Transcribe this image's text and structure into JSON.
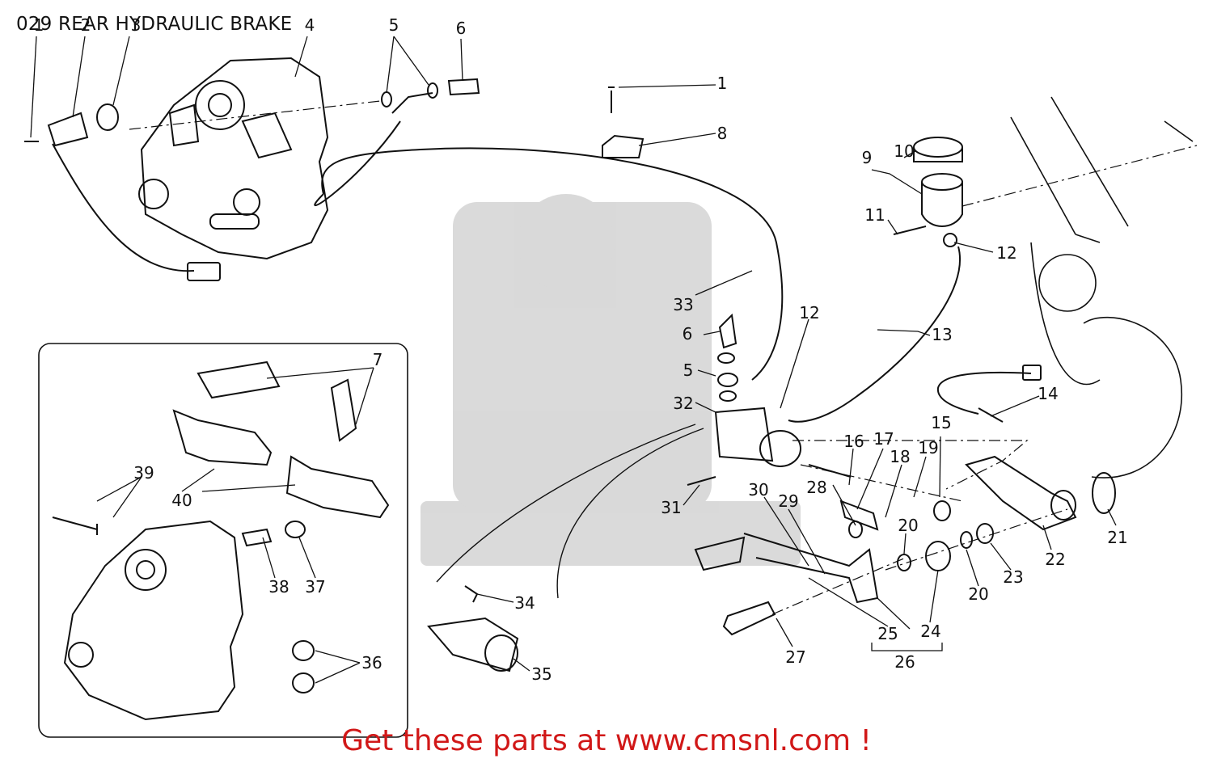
{
  "title": "029 REAR HYDRAULIC BRAKE",
  "footer": {
    "text": "Get these parts at www.cmsnl.com !",
    "color": "#d11818"
  },
  "callouts": [
    {
      "label": "1"
    },
    {
      "label": "2"
    },
    {
      "label": "3"
    },
    {
      "label": "4"
    },
    {
      "label": "5"
    },
    {
      "label": "6"
    },
    {
      "label": "1"
    },
    {
      "label": "8"
    },
    {
      "label": "9"
    },
    {
      "label": "10"
    },
    {
      "label": "11"
    },
    {
      "label": "12"
    },
    {
      "label": "33"
    },
    {
      "label": "12"
    },
    {
      "label": "13"
    },
    {
      "label": "6"
    },
    {
      "label": "5"
    },
    {
      "label": "32"
    },
    {
      "label": "14"
    },
    {
      "label": "15"
    },
    {
      "label": "16"
    },
    {
      "label": "17"
    },
    {
      "label": "18"
    },
    {
      "label": "19"
    },
    {
      "label": "31"
    },
    {
      "label": "28"
    },
    {
      "label": "30"
    },
    {
      "label": "29"
    },
    {
      "label": "20"
    },
    {
      "label": "21"
    },
    {
      "label": "22"
    },
    {
      "label": "23"
    },
    {
      "label": "20"
    },
    {
      "label": "24"
    },
    {
      "label": "25"
    },
    {
      "label": "26"
    },
    {
      "label": "27"
    },
    {
      "label": "7"
    },
    {
      "label": "39"
    },
    {
      "label": "40"
    },
    {
      "label": "38"
    },
    {
      "label": "37"
    },
    {
      "label": "34"
    },
    {
      "label": "35"
    },
    {
      "label": "36"
    }
  ]
}
